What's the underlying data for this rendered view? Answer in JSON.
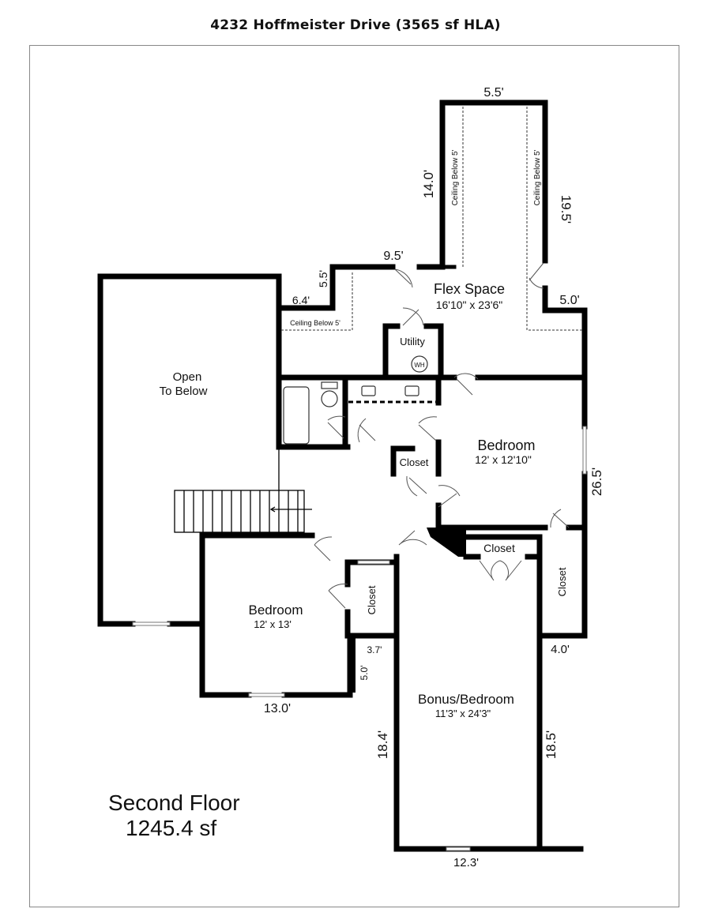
{
  "header": {
    "title": "4232 Hoffmeister Drive (3565 sf HLA)"
  },
  "floor": {
    "name": "Second Floor",
    "area": "1245.4 sf"
  },
  "rooms": {
    "open_to_below": {
      "line1": "Open",
      "line2": "To Below"
    },
    "flex_space": {
      "name": "Flex Space",
      "dims": "16'10\" x 23'6\""
    },
    "utility": {
      "name": "Utility",
      "fixture": "WH"
    },
    "bedroom_right": {
      "name": "Bedroom",
      "dims": "12' x 12'10\""
    },
    "bedroom_left": {
      "name": "Bedroom",
      "dims": "12' x 13'"
    },
    "bonus": {
      "name": "Bonus/Bedroom",
      "dims": "11'3\" x 24'3\""
    },
    "closet_hall": {
      "name": "Closet"
    },
    "closet_mid": {
      "name": "Closet"
    },
    "closet_right": {
      "name": "Closet"
    },
    "closet_left": {
      "name": "Closet"
    }
  },
  "notes": {
    "ceiling_left": "Ceiling Below 5'",
    "ceiling_vert_1": "Ceiling Below 5'",
    "ceiling_vert_2": "Ceiling Below 5'"
  },
  "dimensions": {
    "top": "5.5'",
    "left_tower": "14.0'",
    "right_tower": "19.5'",
    "step_top": "9.5'",
    "step_vert": "5.5'",
    "step_horiz": "6.4'",
    "right_step": "5.0'",
    "right_side": "26.5'",
    "right_jog": "4.0'",
    "left_jog_h": "3.7'",
    "left_jog_v": "5.0'",
    "bedroom_bottom": "13.0'",
    "bonus_left": "18.4'",
    "bonus_right": "18.5'",
    "bonus_bottom": "12.3'"
  }
}
